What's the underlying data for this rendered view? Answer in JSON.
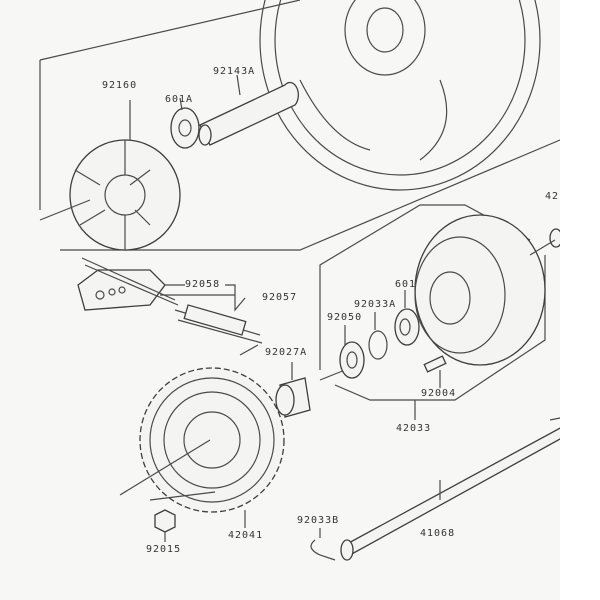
{
  "diagram": {
    "labels": {
      "p92160": "92160",
      "p92143A": "92143A",
      "p601A": "601A",
      "p92058": "92058",
      "p92057": "92057",
      "p601": "601",
      "p92033A": "92033A",
      "p92050": "92050",
      "p92027A": "92027A",
      "p92004": "92004",
      "p42033": "42033",
      "p42041": "42041",
      "p92015": "92015",
      "p92033B": "92033B",
      "p41068": "41068",
      "p42partial": "42"
    }
  }
}
